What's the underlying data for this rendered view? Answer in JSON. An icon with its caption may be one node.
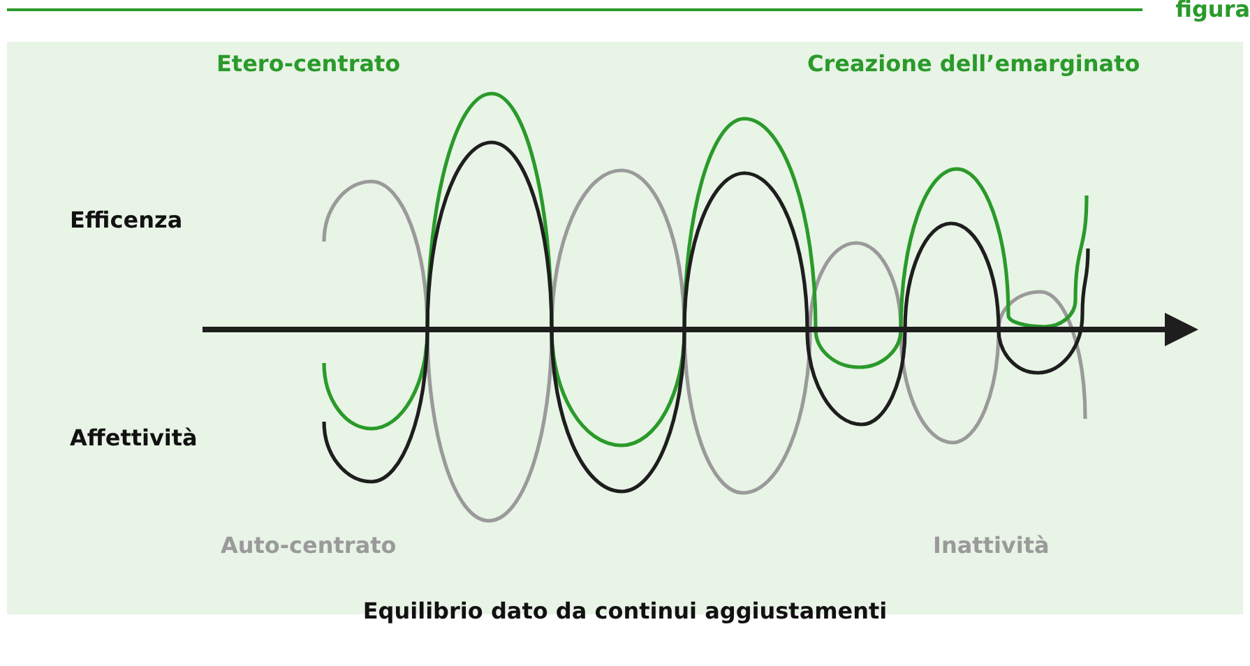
{
  "diagram": {
    "labels": [
      "figura",
      "Etero-centrato",
      "Creazione dell’emarginato",
      "Efficenza",
      "Affettività",
      "Auto-centrato",
      "Inattività",
      "Equilibrio dato da continui aggiustamenti"
    ]
  }
}
